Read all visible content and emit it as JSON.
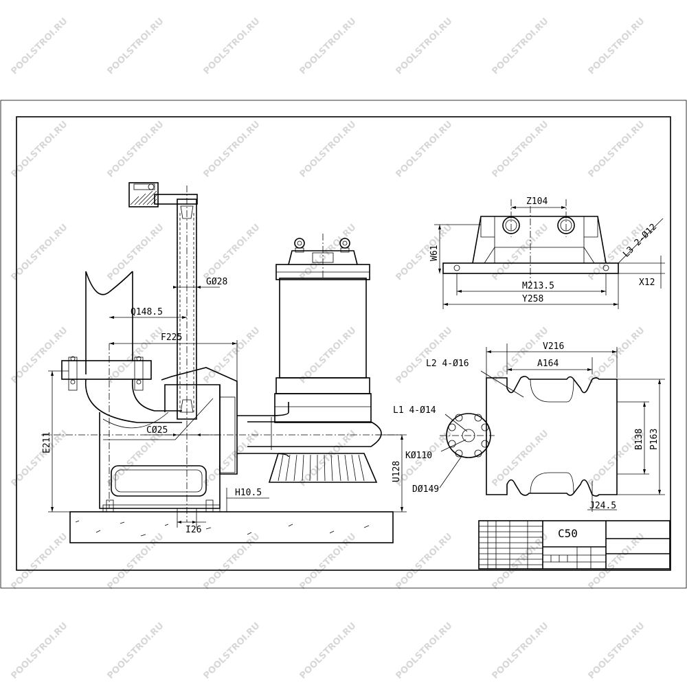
{
  "watermark": "POOLSTROI.RU",
  "title_block": {
    "model": "C50"
  },
  "dimensions": {
    "g": "GØ28",
    "q": "Q148.5",
    "f": "F225",
    "e": "E211",
    "c": "CØ25",
    "h": "H10.5",
    "i": "I26",
    "u": "U128",
    "z": "Z104",
    "w": "W61",
    "l3": "L3  2-Ø12",
    "m": "M213.5",
    "x": "X12",
    "y": "Y258",
    "v": "V216",
    "l2": "L2  4-Ø16",
    "a": "A164",
    "l1": "L1  4-Ø14",
    "b": "B138",
    "p": "P163",
    "k": "KØ110",
    "d": "DØ149",
    "j": "J24.5"
  }
}
